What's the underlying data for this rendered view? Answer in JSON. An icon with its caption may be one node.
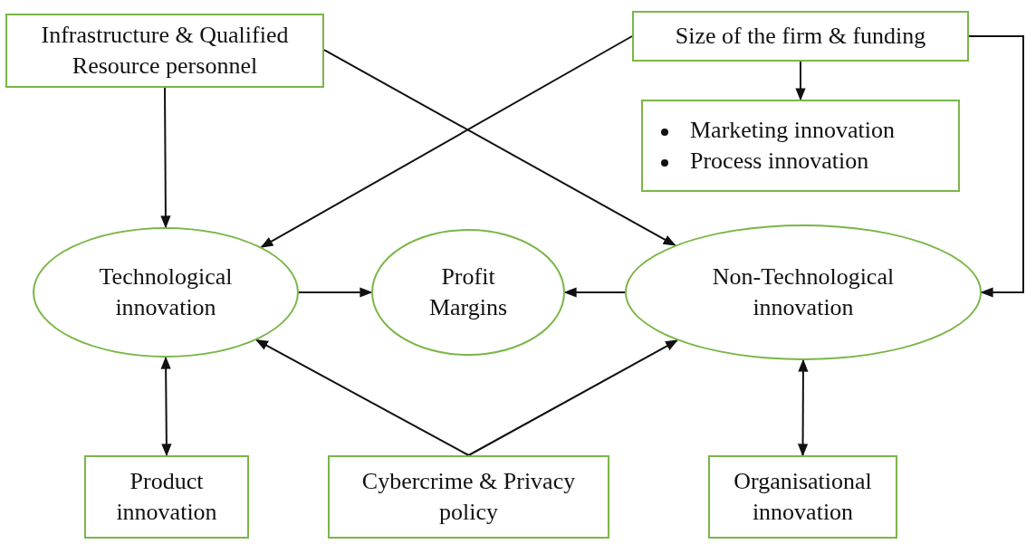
{
  "diagram": {
    "nodes": [
      {
        "text": [
          "Infrastructure & Qualified Resource personnel"
        ]
      },
      {
        "text": [
          "Size of the firm & funding"
        ]
      },
      {
        "text": [
          "Marketing innovation",
          "Process innovation"
        ]
      },
      {
        "text": [
          "Technological innovation"
        ]
      },
      {
        "text": [
          "Profit Margins"
        ]
      },
      {
        "text": [
          "Non-Technological innovation"
        ]
      },
      {
        "text": [
          "Product innovation"
        ]
      },
      {
        "text": [
          "Cybercrime & Privacy policy"
        ]
      },
      {
        "text": [
          "Organisational innovation"
        ]
      }
    ],
    "edges": [
      {
        "from": 0,
        "to": 3,
        "arrow": "to"
      },
      {
        "from": 0,
        "to": 5,
        "arrow": "to"
      },
      {
        "from": 1,
        "to": 3,
        "arrow": "to"
      },
      {
        "from": 1,
        "to": 2,
        "arrow": "to"
      },
      {
        "from": 1,
        "to": 5,
        "arrow": "to"
      },
      {
        "from": 3,
        "to": 4,
        "arrow": "to"
      },
      {
        "from": 5,
        "to": 4,
        "arrow": "to"
      },
      {
        "from": 3,
        "to": 6,
        "arrow": "both"
      },
      {
        "from": 5,
        "to": 8,
        "arrow": "both"
      },
      {
        "from": 7,
        "to": 3,
        "arrow": "to"
      },
      {
        "from": 7,
        "to": 5,
        "arrow": "to"
      }
    ]
  }
}
